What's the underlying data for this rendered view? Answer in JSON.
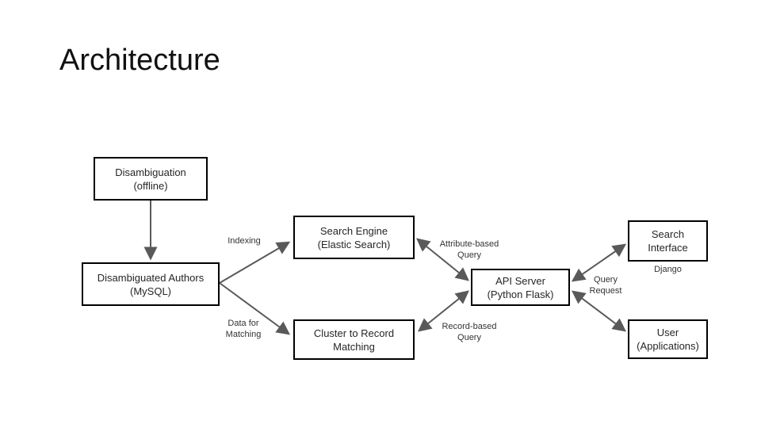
{
  "slide": {
    "title": "Architecture"
  },
  "diagram": {
    "nodes": {
      "disambiguation": {
        "line1": "Disambiguation",
        "line2": "(offline)"
      },
      "authors": {
        "line1": "Disambiguated Authors",
        "line2": "(MySQL)"
      },
      "search_engine": {
        "line1": "Search Engine",
        "line2": "(Elastic Search)"
      },
      "cluster": {
        "line1": "Cluster to Record",
        "line2": "Matching"
      },
      "api_server": {
        "line1": "API Server",
        "line2": "(Python Flask)"
      },
      "search_interface": {
        "line1": "Search",
        "line2": "Interface",
        "caption": "Django"
      },
      "user": {
        "line1": "User",
        "line2": "(Applications)"
      }
    },
    "edge_labels": {
      "indexing": "Indexing",
      "data_for_matching": "Data for Matching",
      "attribute_query": "Attribute-based Query",
      "record_query": "Record-based Query",
      "query_request": "Query Request"
    },
    "colors": {
      "arrow": "#595959",
      "box_border": "#000000",
      "box_text": "#262626",
      "label_text": "#333333",
      "title_text": "#111111"
    }
  }
}
